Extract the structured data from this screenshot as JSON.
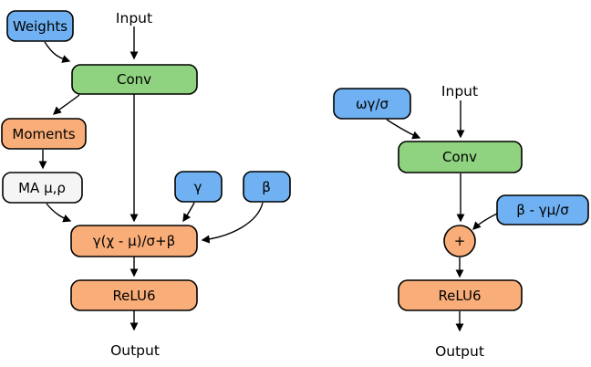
{
  "colors": {
    "blue": "#6fb1f2",
    "green": "#8fd27f",
    "orange": "#f9ae79",
    "light": "#f5f5f5"
  },
  "left_diagram": {
    "weights_label": "Weights",
    "input_label": "Input",
    "conv_label": "Conv",
    "moments_label": "Moments",
    "moving_avg_label": "MA μ,ρ",
    "gamma_label": "γ",
    "beta_label": "β",
    "batchnorm_formula_label": "γ(χ - μ)/σ+β",
    "relu_label": "ReLU6",
    "output_label": "Output"
  },
  "right_diagram": {
    "folded_weights_label": "ωγ/σ",
    "input_label": "Input",
    "conv_label": "Conv",
    "folded_bias_label": "β - γμ/σ",
    "add_label": "+",
    "relu_label": "ReLU6",
    "output_label": "Output"
  }
}
